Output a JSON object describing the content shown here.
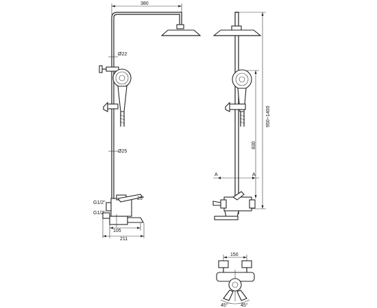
{
  "dimensions": {
    "arm_length": "380",
    "pipe_upper": "Ø22",
    "pipe_lower": "Ø25",
    "inlet": "G1/2\"",
    "angle_upper": "25°",
    "inlet_lower": "G1/2\"",
    "spout_length": "105",
    "total_depth": "211",
    "section_mark": "A",
    "total_height": "950~1400",
    "rail_height": "830",
    "center_distance": "150",
    "angle_left": "45°",
    "angle_right": "45°"
  }
}
